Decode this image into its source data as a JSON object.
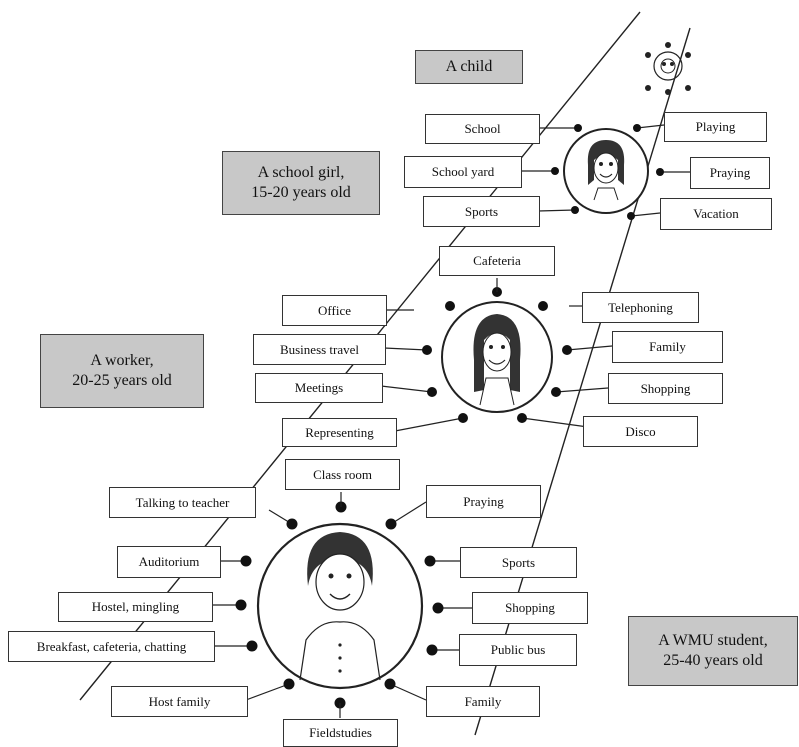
{
  "stages": {
    "child": "A child",
    "school_girl": "A school girl,\n15-20 years old",
    "worker": "A worker,\n20-25 years old",
    "student": "A WMU student,\n25-40 years old"
  },
  "school_girl_activities": {
    "school": "School",
    "school_yard": "School yard",
    "sports": "Sports",
    "playing": "Playing",
    "praying": "Praying",
    "vacation": "Vacation"
  },
  "worker_activities": {
    "cafeteria": "Cafeteria",
    "office": "Office",
    "business_travel": "Business travel",
    "meetings": "Meetings",
    "representing": "Representing",
    "telephoning": "Telephoning",
    "family": "Family",
    "shopping": "Shopping",
    "disco": "Disco"
  },
  "student_activities": {
    "class_room": "Class room",
    "talking_to_teacher": "Talking to teacher",
    "auditorium": "Auditorium",
    "hostel": "Hostel, mingling",
    "breakfast": "Breakfast, cafeteria, chatting",
    "host_family": "Host family",
    "fieldstudies": "Fieldstudies",
    "praying": "Praying",
    "sports": "Sports",
    "shopping": "Shopping",
    "public_bus": "Public bus",
    "family": "Family"
  }
}
